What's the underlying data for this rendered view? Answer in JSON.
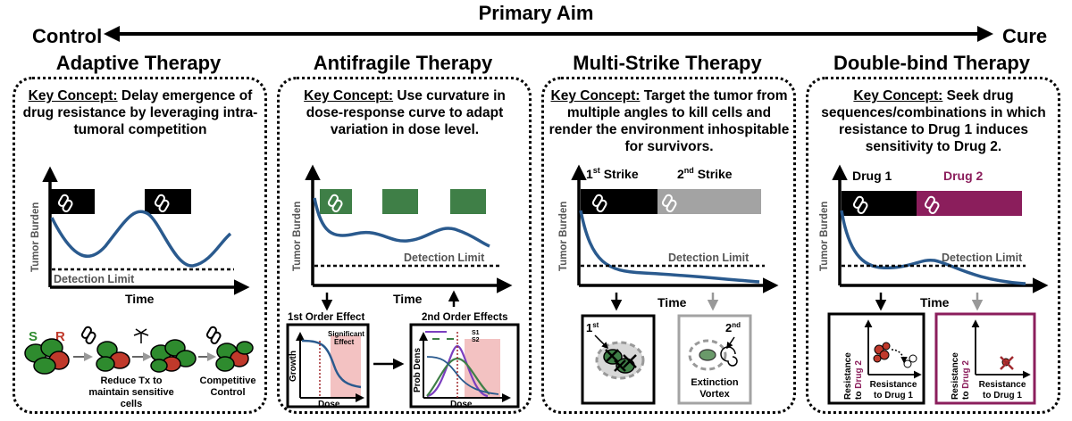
{
  "header": {
    "title": "Primary Aim",
    "left_label": "Control",
    "right_label": "Cure"
  },
  "panels": [
    {
      "title": "Adaptive Therapy",
      "key_label": "Key Concept:",
      "concept": "Delay emergence of drug resistance by leveraging intra-tumoral competition",
      "y_axis": "Tumor Burden",
      "x_axis": "Time",
      "detection": "Detection Limit",
      "cell_labels": {
        "sensitive": "S",
        "resistant": "R"
      },
      "step_reduce": "Reduce Tx to maintain sensitive cells",
      "step_reduce_lines": [
        "Reduce Tx to",
        "maintain sensitive",
        "cells"
      ],
      "step_control": "Competitive Control",
      "step_control_lines": [
        "Competitive",
        "Control"
      ]
    },
    {
      "title": "Antifragile Therapy",
      "key_label": "Key Concept:",
      "concept": "Use curvature in dose-response curve to adapt variation in dose level.",
      "y_axis": "Tumor Burden",
      "x_axis": "Time",
      "detection": "Detection Limit",
      "first_order": "1st Order Effect",
      "second_order": "2nd Order Effects",
      "significant": "Significant",
      "effect": "Effect",
      "growth": "Growth",
      "dose": "Dose",
      "prob_dens": "Prob Dens",
      "s1": "S1",
      "s2": "S2"
    },
    {
      "title": "Multi-Strike Therapy",
      "key_label": "Key Concept:",
      "concept": "Target the tumor from multiple angles to kill cells and render the environment inhospitable for survivors.",
      "y_axis": "Tumor Burden",
      "x_axis": "Time",
      "detection": "Detection Limit",
      "strike1": "1",
      "strike2": "2",
      "ordinal1": "st",
      "ordinal2": "nd",
      "strike_word": "Strike",
      "extinction_lines": [
        "Extinction",
        "Vortex"
      ]
    },
    {
      "title": "Double-bind Therapy",
      "key_label": "Key Concept:",
      "concept": "Seek drug sequences/combinations in which resistance to Drug 1 induces sensitivity to Drug 2.",
      "y_axis": "Tumor Burden",
      "x_axis": "Time",
      "detection": "Detection Limit",
      "drug1": "Drug 1",
      "drug2": "Drug 2",
      "res_prefix": "Resistance",
      "res_to": "to",
      "res_drug2": "Drug 2",
      "res_drug1_lines": [
        "Resistance",
        "to Drug 1"
      ]
    }
  ],
  "colors": {
    "curve": "#2a5a8e",
    "drug_green": "#3f7f47",
    "drug_magenta": "#8b1e5c",
    "strike_gray": "#a3a3a3",
    "cell_green": "#2e8b2e",
    "cell_red": "#c0392b",
    "pink": "#f3c2c2"
  }
}
